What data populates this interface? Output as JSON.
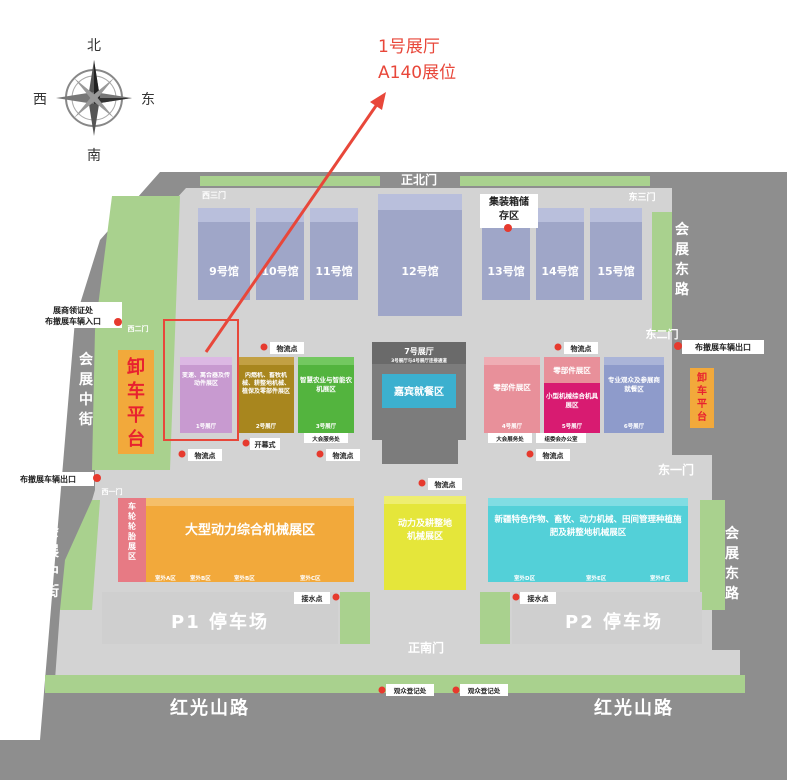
{
  "compass": {
    "north": "北",
    "south": "南",
    "west": "西",
    "east": "东"
  },
  "callout": {
    "line1": "1号展厅",
    "line2": "A140展位",
    "color": "#e8473a"
  },
  "gates": {
    "north_main": "正北门",
    "south_main": "正南门",
    "west3": "西三门",
    "west2": "西二门",
    "west1": "西一门",
    "east3": "东三门",
    "east2": "东二门",
    "east1": "东一门"
  },
  "roads": {
    "west_street": "会展中街",
    "west_street_lower": "会展中街",
    "east_road_upper": "会展东路",
    "east_road_lower": "会展东路",
    "south_left": "红光山路",
    "south_right": "红光山路"
  },
  "halls": {
    "h9": "9号馆",
    "h10": "10号馆",
    "h11": "11号馆",
    "h12": "12号馆",
    "h13": "13号馆",
    "h14": "14号馆",
    "h15": "15号馆",
    "container": "集装箱储存区",
    "h7": "7号展厅",
    "h7_sub": "3号展厅与4号展厅连接通道",
    "vip": "嘉宾就餐区"
  },
  "exhibition": {
    "h1_title": "1号展厅",
    "h1_desc": "变速、离合器及传动件展区",
    "h2_title": "2号展厅",
    "h2_desc": "内燃机、畜牧机械、耕整地机械、植保及零部件展区",
    "h3_title": "3号展厅",
    "h3_desc": "智慧农业与智能农机展区",
    "h4_title": "4号展厅",
    "h4_desc": "零部件展区",
    "h5_title": "5号展厅",
    "h5_top": "零部件展区",
    "h5_desc": "小型机械综合机具展区",
    "h6_title": "6号展厅",
    "h6_desc": "专业观众及参展商就餐区",
    "opening": "开幕式",
    "meeting_small": "大会服务处",
    "meeting_big": "大会展务处",
    "office": "组委会办公室"
  },
  "zones": {
    "unload": "卸车平台",
    "unload_east": "卸车平台",
    "tires": "车轮轮胎展区",
    "big_power": "大型动力综合机械展区",
    "power_tillage": "动力及耕整地机械展区",
    "xinjiang": "新疆特色作物、畜牧、动力机械、田间管理种植施肥及耕整地机械展区",
    "outdoor_a1": "室外A区",
    "outdoor_a2": "室外B区",
    "outdoor_a3": "室外B区",
    "outdoor_c": "室外C区",
    "outdoor_d": "室外D区",
    "outdoor_e": "室外E区",
    "outdoor_f": "室外F区",
    "p1": "P1 停车场",
    "p2": "P2 停车场"
  },
  "labels": {
    "exhibitor_cert": "展商领证处",
    "exhibitor_entry": "布撤展车辆入口",
    "exhibitor_exit_w": "布撤展车辆出口",
    "exhibitor_exit_e": "布撤展车辆出口",
    "logistics1": "物流点",
    "logistics2": "物流点",
    "logistics3": "物流点",
    "logistics4": "物流点",
    "logistics5": "物流点",
    "logistics6": "物流点",
    "shuttle1": "接水点",
    "shuttle2": "接水点",
    "visitor1": "观众登记处",
    "visitor2": "观众登记处"
  },
  "colors": {
    "road": "#8e8e8e",
    "plaza": "#d4d4d4",
    "green": "#a9d18e",
    "hall_blue": "#9fa6c8",
    "hall1": "#c89ad0",
    "hall2": "#a8861e",
    "hall3": "#53b43e",
    "hall4": "#e8909a",
    "hall5": "#d81b71",
    "hall6": "#8e9bcb",
    "orange": "#f2a93b",
    "tire_pink": "#e77a84",
    "yellow": "#e5e63a",
    "teal": "#53d0d8",
    "vip": "#3cb0cf",
    "pin": "#e63a2e"
  }
}
